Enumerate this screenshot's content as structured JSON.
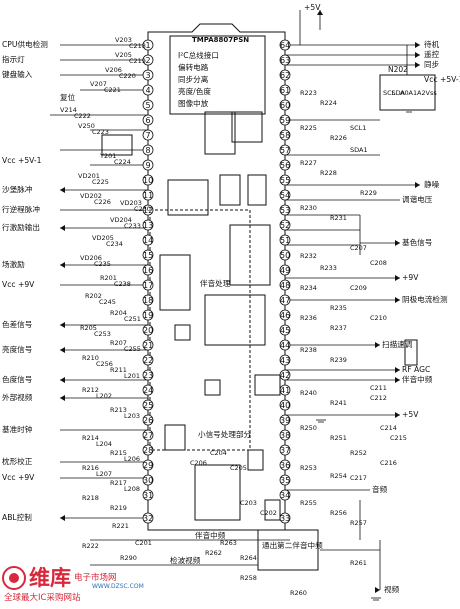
{
  "chip": {
    "part_number": "TMPA8807PSN",
    "inner_blocks": [
      {
        "id": "timing",
        "text": "I²C总线接口"
      },
      {
        "id": "deflect",
        "text": "偏转电路"
      },
      {
        "id": "sync",
        "text": "同步分离"
      },
      {
        "id": "luma",
        "text": "亮度/色度"
      },
      {
        "id": "if",
        "text": "图像中放"
      },
      {
        "id": "snd",
        "text": "伴音处理"
      },
      {
        "id": "small",
        "text": "小信号处理部分"
      }
    ]
  },
  "left_labels": [
    {
      "id": "cpu-detect",
      "text": "CPU供电检测"
    },
    {
      "id": "indicator",
      "text": "指示灯"
    },
    {
      "id": "keyboard",
      "text": "键盘输入"
    },
    {
      "id": "reset",
      "text": "复位"
    },
    {
      "id": "vcc-5v-1",
      "text": "Vcc +5V-1"
    },
    {
      "id": "sand-castle",
      "text": "沙堡脉冲"
    },
    {
      "id": "hback",
      "text": "行逆程脉冲"
    },
    {
      "id": "hout",
      "text": "行激励输出"
    },
    {
      "id": "vdrive",
      "text": "场激励"
    },
    {
      "id": "vcc-9v",
      "text": "Vcc +9V"
    },
    {
      "id": "color-diff",
      "text": "色差信号"
    },
    {
      "id": "luma-sig",
      "text": "亮度信号"
    },
    {
      "id": "chroma-sig",
      "text": "色度信号"
    },
    {
      "id": "ext-video",
      "text": "外部视频"
    },
    {
      "id": "ref-clock",
      "text": "基准时钟"
    },
    {
      "id": "pincushion",
      "text": "枕形校正"
    },
    {
      "id": "vcc-9v-2",
      "text": "Vcc +9V"
    },
    {
      "id": "abl",
      "text": "ABL控制"
    }
  ],
  "right_labels": [
    {
      "id": "standby",
      "text": "待机"
    },
    {
      "id": "remote",
      "text": "遥控"
    },
    {
      "id": "sync-out",
      "text": "同步"
    },
    {
      "id": "vcc-5v-1r",
      "text": "Vcc +5V-1"
    },
    {
      "id": "mute",
      "text": "静噪"
    },
    {
      "id": "tune-volt",
      "text": "调谐电压"
    },
    {
      "id": "primary",
      "text": "基色信号"
    },
    {
      "id": "plus9",
      "text": "+9V"
    },
    {
      "id": "beam",
      "text": "阴极电流检测"
    },
    {
      "id": "scan-adj",
      "text": "扫描速调"
    },
    {
      "id": "rfagc",
      "text": "RF AGC"
    },
    {
      "id": "snd-if",
      "text": "伴音中频"
    },
    {
      "id": "plus5",
      "text": "+5V"
    },
    {
      "id": "audio",
      "text": "音频"
    },
    {
      "id": "video",
      "text": "视频"
    },
    {
      "id": "vcc-plus5v",
      "text": "+5V"
    }
  ],
  "bottom_labels": [
    {
      "id": "snd-if-b",
      "text": "伴音中频"
    },
    {
      "id": "detect-video",
      "text": "检波视频"
    },
    {
      "id": "second-snd",
      "text": "通出第二伴音中频"
    }
  ],
  "pins_left": [
    "1",
    "2",
    "3",
    "4",
    "5",
    "6",
    "7",
    "8",
    "9",
    "10",
    "11",
    "12",
    "13",
    "14",
    "15",
    "16",
    "17",
    "18",
    "19",
    "20",
    "21",
    "22",
    "23",
    "24",
    "25",
    "26",
    "27",
    "28",
    "29",
    "30",
    "31",
    "32"
  ],
  "pins_right": [
    "64",
    "63",
    "62",
    "61",
    "60",
    "59",
    "58",
    "57",
    "56",
    "55",
    "54",
    "53",
    "52",
    "51",
    "50",
    "49",
    "48",
    "47",
    "46",
    "45",
    "44",
    "43",
    "42",
    "41",
    "40",
    "39",
    "38",
    "37",
    "36",
    "35",
    "34",
    "33"
  ],
  "components": {
    "eeprom": "N202",
    "eeprom_pins": [
      "SCL",
      "SDA",
      "A0",
      "A1",
      "A2",
      "Vss"
    ],
    "bus": [
      "SCL1",
      "SDA1"
    ],
    "transistors": [
      "V203",
      "V205",
      "V206",
      "V207",
      "V214",
      "V250",
      "Y201"
    ],
    "diodes": [
      "VD201",
      "VD202",
      "VD203",
      "VD204",
      "VD205",
      "VD206"
    ]
  },
  "resistors": [
    "R201",
    "R202",
    "R204",
    "R205",
    "R207",
    "R210",
    "R211",
    "R212",
    "R213",
    "R214",
    "R215",
    "R216",
    "R217",
    "R218",
    "R219",
    "R221",
    "R222",
    "R223",
    "R224",
    "R225",
    "R226",
    "R227",
    "R228",
    "R229",
    "R230",
    "R231",
    "R232",
    "R233",
    "R234",
    "R235",
    "R236",
    "R237",
    "R238",
    "R239",
    "R240",
    "R241",
    "R250",
    "R251",
    "R252",
    "R253",
    "R254",
    "R255",
    "R256",
    "R257",
    "R258",
    "R260",
    "R261",
    "R262",
    "R263",
    "R264",
    "R290"
  ],
  "capacitors": [
    "C201",
    "C202",
    "C203",
    "C204",
    "C205",
    "C206",
    "C207",
    "C208",
    "C209",
    "C210",
    "C211",
    "C212",
    "C214",
    "C215",
    "C216",
    "C217",
    "C218",
    "C219",
    "C220",
    "C221",
    "C222",
    "C223",
    "C224",
    "C225",
    "C226",
    "C230",
    "C233",
    "C234",
    "C235",
    "C238",
    "C245",
    "C251",
    "C253",
    "C255",
    "C256"
  ],
  "inductors": [
    "L201",
    "L202",
    "L203",
    "L204",
    "L206",
    "L207",
    "L208"
  ],
  "watermark": {
    "brand": "维库",
    "brand_sub": "电子市场网",
    "url": "WWW.DZSC.COM",
    "slogan": "全球最大IC采购网站"
  }
}
